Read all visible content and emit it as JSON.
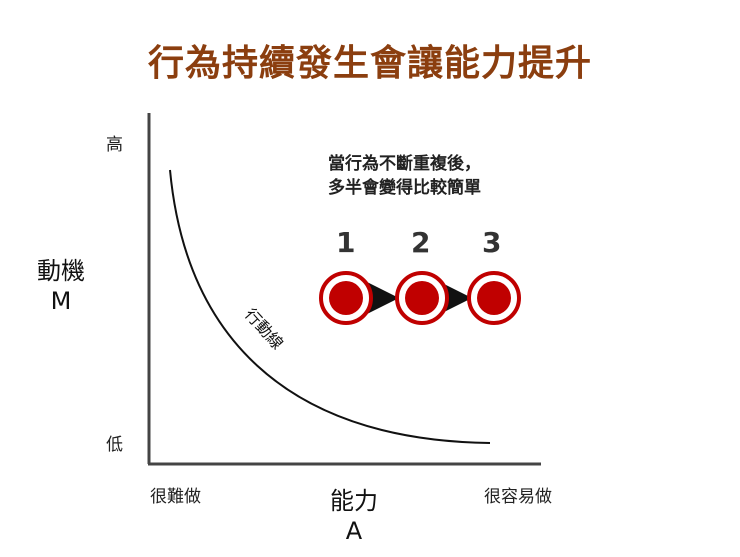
{
  "title": "行為持續發生會讓能力提升",
  "y_axis": {
    "label": "動機",
    "symbol": "M",
    "high": "高",
    "low": "低"
  },
  "x_axis": {
    "label": "能力",
    "symbol": "A",
    "left": "很難做",
    "right": "很容易做"
  },
  "curve_label": "行動線",
  "note": {
    "line1": "當行為不斷重複後，",
    "line2": "多半會變得比較簡單"
  },
  "steps": [
    {
      "number": "1"
    },
    {
      "number": "2"
    },
    {
      "number": "3"
    }
  ],
  "colors": {
    "title": "#8b3e0f",
    "circle": "#c00000",
    "axis": "#444444"
  }
}
